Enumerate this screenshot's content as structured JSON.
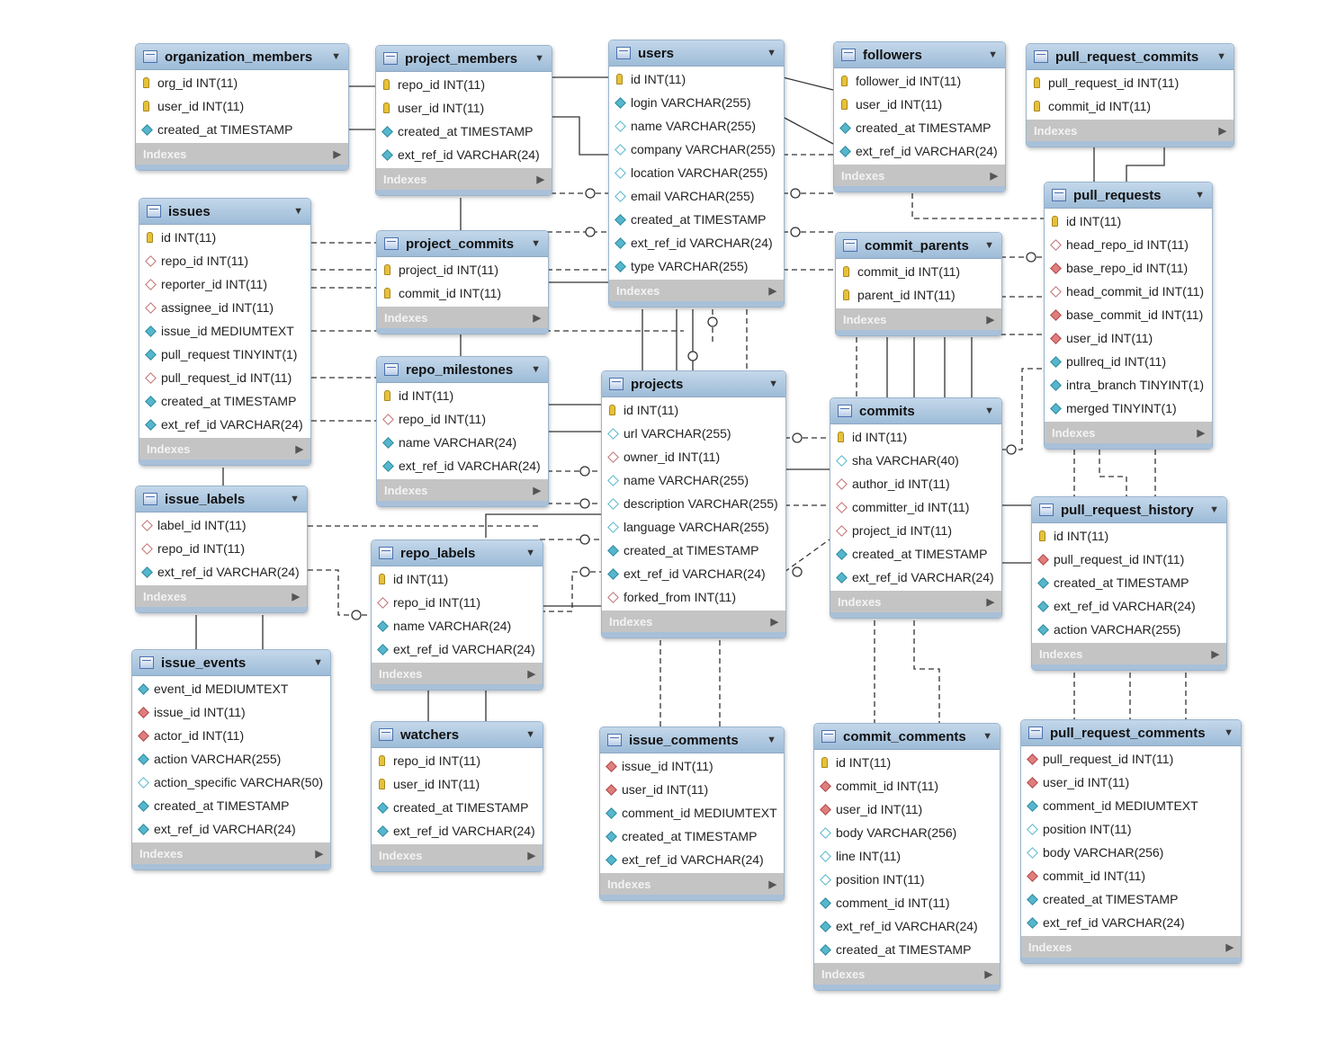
{
  "ui": {
    "indexes_label": "Indexes",
    "arrow": "▼",
    "index_arrow": "▶"
  },
  "tables": {
    "organization_members": {
      "name": "organization_members",
      "columns": [
        {
          "text": "org_id INT(11)",
          "icon": "pk"
        },
        {
          "text": "user_id INT(11)",
          "icon": "pk"
        },
        {
          "text": "created_at TIMESTAMP",
          "icon": "nn"
        }
      ]
    },
    "project_members": {
      "name": "project_members",
      "columns": [
        {
          "text": "repo_id INT(11)",
          "icon": "pk"
        },
        {
          "text": "user_id INT(11)",
          "icon": "pk"
        },
        {
          "text": "created_at TIMESTAMP",
          "icon": "nn"
        },
        {
          "text": "ext_ref_id VARCHAR(24)",
          "icon": "nn"
        }
      ]
    },
    "users": {
      "name": "users",
      "columns": [
        {
          "text": "id INT(11)",
          "icon": "pk"
        },
        {
          "text": "login VARCHAR(255)",
          "icon": "nn"
        },
        {
          "text": "name VARCHAR(255)",
          "icon": "e"
        },
        {
          "text": "company VARCHAR(255)",
          "icon": "e"
        },
        {
          "text": "location VARCHAR(255)",
          "icon": "e"
        },
        {
          "text": "email VARCHAR(255)",
          "icon": "e"
        },
        {
          "text": "created_at TIMESTAMP",
          "icon": "nn"
        },
        {
          "text": "ext_ref_id VARCHAR(24)",
          "icon": "nn"
        },
        {
          "text": "type VARCHAR(255)",
          "icon": "nn"
        }
      ]
    },
    "followers": {
      "name": "followers",
      "columns": [
        {
          "text": "follower_id INT(11)",
          "icon": "pk"
        },
        {
          "text": "user_id INT(11)",
          "icon": "pk"
        },
        {
          "text": "created_at TIMESTAMP",
          "icon": "nn"
        },
        {
          "text": "ext_ref_id VARCHAR(24)",
          "icon": "nn"
        }
      ]
    },
    "pull_request_commits": {
      "name": "pull_request_commits",
      "columns": [
        {
          "text": "pull_request_id INT(11)",
          "icon": "pk"
        },
        {
          "text": "commit_id INT(11)",
          "icon": "pk"
        }
      ]
    },
    "issues": {
      "name": "issues",
      "columns": [
        {
          "text": "id INT(11)",
          "icon": "pk"
        },
        {
          "text": "repo_id INT(11)",
          "icon": "nl"
        },
        {
          "text": "reporter_id INT(11)",
          "icon": "nl"
        },
        {
          "text": "assignee_id INT(11)",
          "icon": "nl"
        },
        {
          "text": "issue_id MEDIUMTEXT",
          "icon": "nn"
        },
        {
          "text": "pull_request TINYINT(1)",
          "icon": "nn"
        },
        {
          "text": "pull_request_id INT(11)",
          "icon": "nl"
        },
        {
          "text": "created_at TIMESTAMP",
          "icon": "nn"
        },
        {
          "text": "ext_ref_id VARCHAR(24)",
          "icon": "nn"
        }
      ]
    },
    "project_commits": {
      "name": "project_commits",
      "columns": [
        {
          "text": "project_id INT(11)",
          "icon": "pk"
        },
        {
          "text": "commit_id INT(11)",
          "icon": "pk"
        }
      ]
    },
    "commit_parents": {
      "name": "commit_parents",
      "columns": [
        {
          "text": "commit_id INT(11)",
          "icon": "pk"
        },
        {
          "text": "parent_id INT(11)",
          "icon": "pk"
        }
      ]
    },
    "pull_requests": {
      "name": "pull_requests",
      "columns": [
        {
          "text": "id INT(11)",
          "icon": "pk"
        },
        {
          "text": "head_repo_id INT(11)",
          "icon": "nl"
        },
        {
          "text": "base_repo_id INT(11)",
          "icon": "fk"
        },
        {
          "text": "head_commit_id INT(11)",
          "icon": "nl"
        },
        {
          "text": "base_commit_id INT(11)",
          "icon": "fk"
        },
        {
          "text": "user_id INT(11)",
          "icon": "fk"
        },
        {
          "text": "pullreq_id INT(11)",
          "icon": "nn"
        },
        {
          "text": "intra_branch TINYINT(1)",
          "icon": "nn"
        },
        {
          "text": "merged TINYINT(1)",
          "icon": "nn"
        }
      ]
    },
    "repo_milestones": {
      "name": "repo_milestones",
      "columns": [
        {
          "text": "id INT(11)",
          "icon": "pk"
        },
        {
          "text": "repo_id INT(11)",
          "icon": "nl"
        },
        {
          "text": "name VARCHAR(24)",
          "icon": "nn"
        },
        {
          "text": "ext_ref_id VARCHAR(24)",
          "icon": "nn"
        }
      ]
    },
    "projects": {
      "name": "projects",
      "columns": [
        {
          "text": "id INT(11)",
          "icon": "pk"
        },
        {
          "text": "url VARCHAR(255)",
          "icon": "e"
        },
        {
          "text": "owner_id INT(11)",
          "icon": "nl"
        },
        {
          "text": "name VARCHAR(255)",
          "icon": "e"
        },
        {
          "text": "description VARCHAR(255)",
          "icon": "e"
        },
        {
          "text": "language VARCHAR(255)",
          "icon": "e"
        },
        {
          "text": "created_at TIMESTAMP",
          "icon": "nn"
        },
        {
          "text": "ext_ref_id VARCHAR(24)",
          "icon": "nn"
        },
        {
          "text": "forked_from INT(11)",
          "icon": "nl"
        }
      ]
    },
    "commits": {
      "name": "commits",
      "columns": [
        {
          "text": "id INT(11)",
          "icon": "pk"
        },
        {
          "text": "sha VARCHAR(40)",
          "icon": "e"
        },
        {
          "text": "author_id INT(11)",
          "icon": "nl"
        },
        {
          "text": "committer_id INT(11)",
          "icon": "nl"
        },
        {
          "text": "project_id INT(11)",
          "icon": "nl"
        },
        {
          "text": "created_at TIMESTAMP",
          "icon": "nn"
        },
        {
          "text": "ext_ref_id VARCHAR(24)",
          "icon": "nn"
        }
      ]
    },
    "issue_labels": {
      "name": "issue_labels",
      "columns": [
        {
          "text": "label_id INT(11)",
          "icon": "nl"
        },
        {
          "text": "repo_id INT(11)",
          "icon": "nl"
        },
        {
          "text": "ext_ref_id VARCHAR(24)",
          "icon": "nn"
        }
      ]
    },
    "repo_labels": {
      "name": "repo_labels",
      "columns": [
        {
          "text": "id INT(11)",
          "icon": "pk"
        },
        {
          "text": "repo_id INT(11)",
          "icon": "nl"
        },
        {
          "text": "name VARCHAR(24)",
          "icon": "nn"
        },
        {
          "text": "ext_ref_id VARCHAR(24)",
          "icon": "nn"
        }
      ]
    },
    "pull_request_history": {
      "name": "pull_request_history",
      "columns": [
        {
          "text": "id INT(11)",
          "icon": "pk"
        },
        {
          "text": "pull_request_id INT(11)",
          "icon": "fk"
        },
        {
          "text": "created_at TIMESTAMP",
          "icon": "nn"
        },
        {
          "text": "ext_ref_id VARCHAR(24)",
          "icon": "nn"
        },
        {
          "text": "action VARCHAR(255)",
          "icon": "nn"
        }
      ]
    },
    "issue_events": {
      "name": "issue_events",
      "columns": [
        {
          "text": "event_id MEDIUMTEXT",
          "icon": "nn"
        },
        {
          "text": "issue_id INT(11)",
          "icon": "fk"
        },
        {
          "text": "actor_id INT(11)",
          "icon": "fk"
        },
        {
          "text": "action VARCHAR(255)",
          "icon": "nn"
        },
        {
          "text": "action_specific VARCHAR(50)",
          "icon": "e"
        },
        {
          "text": "created_at TIMESTAMP",
          "icon": "nn"
        },
        {
          "text": "ext_ref_id VARCHAR(24)",
          "icon": "nn"
        }
      ]
    },
    "watchers": {
      "name": "watchers",
      "columns": [
        {
          "text": "repo_id INT(11)",
          "icon": "pk"
        },
        {
          "text": "user_id INT(11)",
          "icon": "pk"
        },
        {
          "text": "created_at TIMESTAMP",
          "icon": "nn"
        },
        {
          "text": "ext_ref_id VARCHAR(24)",
          "icon": "nn"
        }
      ]
    },
    "issue_comments": {
      "name": "issue_comments",
      "columns": [
        {
          "text": "issue_id INT(11)",
          "icon": "fk"
        },
        {
          "text": "user_id INT(11)",
          "icon": "fk"
        },
        {
          "text": "comment_id MEDIUMTEXT",
          "icon": "nn"
        },
        {
          "text": "created_at TIMESTAMP",
          "icon": "nn"
        },
        {
          "text": "ext_ref_id VARCHAR(24)",
          "icon": "nn"
        }
      ]
    },
    "commit_comments": {
      "name": "commit_comments",
      "columns": [
        {
          "text": "id INT(11)",
          "icon": "pk"
        },
        {
          "text": "commit_id INT(11)",
          "icon": "fk"
        },
        {
          "text": "user_id INT(11)",
          "icon": "fk"
        },
        {
          "text": "body VARCHAR(256)",
          "icon": "e"
        },
        {
          "text": "line INT(11)",
          "icon": "e"
        },
        {
          "text": "position INT(11)",
          "icon": "e"
        },
        {
          "text": "comment_id INT(11)",
          "icon": "nn"
        },
        {
          "text": "ext_ref_id VARCHAR(24)",
          "icon": "nn"
        },
        {
          "text": "created_at TIMESTAMP",
          "icon": "nn"
        }
      ]
    },
    "pull_request_comments": {
      "name": "pull_request_comments",
      "columns": [
        {
          "text": "pull_request_id INT(11)",
          "icon": "fk"
        },
        {
          "text": "user_id INT(11)",
          "icon": "fk"
        },
        {
          "text": "comment_id MEDIUMTEXT",
          "icon": "nn"
        },
        {
          "text": "position INT(11)",
          "icon": "e"
        },
        {
          "text": "body VARCHAR(256)",
          "icon": "e"
        },
        {
          "text": "commit_id INT(11)",
          "icon": "fk"
        },
        {
          "text": "created_at TIMESTAMP",
          "icon": "nn"
        },
        {
          "text": "ext_ref_id VARCHAR(24)",
          "icon": "nn"
        }
      ]
    }
  }
}
